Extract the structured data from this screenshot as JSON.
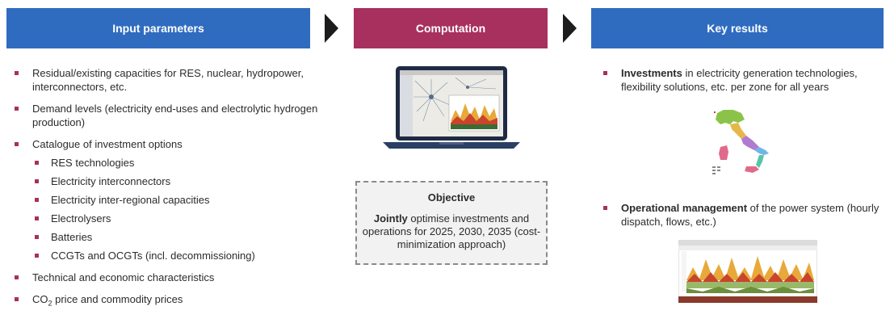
{
  "headers": {
    "input": "Input parameters",
    "computation": "Computation",
    "results": "Key results"
  },
  "input_list": {
    "items": [
      "Residual/existing capacities for RES, nuclear, hydropower, interconnectors, etc.",
      "Demand levels (electricity end-uses and electrolytic hydrogen production)",
      "Catalogue of investment options"
    ],
    "sub_items": [
      "RES technologies",
      "Electricity interconnectors",
      "Electricity inter-regional capacities",
      "Electrolysers",
      "Batteries",
      "CCGTs and OCGTs (incl. decommissioning)"
    ],
    "tech_econ": "Technical and economic characteristics",
    "co2_prefix": "CO",
    "co2_sub": "2",
    "co2_suffix": " price and commodity prices"
  },
  "objective": {
    "title": "Objective",
    "bold_lead": "Jointly",
    "text": " optimise investments and operations for 2025, 2030, 2035 (cost-minimization approach)"
  },
  "results": {
    "investments_bold": "Investments",
    "investments_text": " in electricity generation technologies, flexibility solutions, etc. per zone for all years",
    "operational_bold": "Operational management",
    "operational_text": " of the power system (hourly dispatch, flows, etc.)"
  },
  "colors": {
    "blue_header": "#2f6cbf",
    "magenta_header": "#a8305e",
    "bullet": "#a8305e",
    "objective_bg": "#f2f2f2"
  },
  "icons": [
    "chevron-right-icon",
    "laptop-screenshot-image",
    "italy-zones-map-image",
    "dispatch-chart-image"
  ]
}
